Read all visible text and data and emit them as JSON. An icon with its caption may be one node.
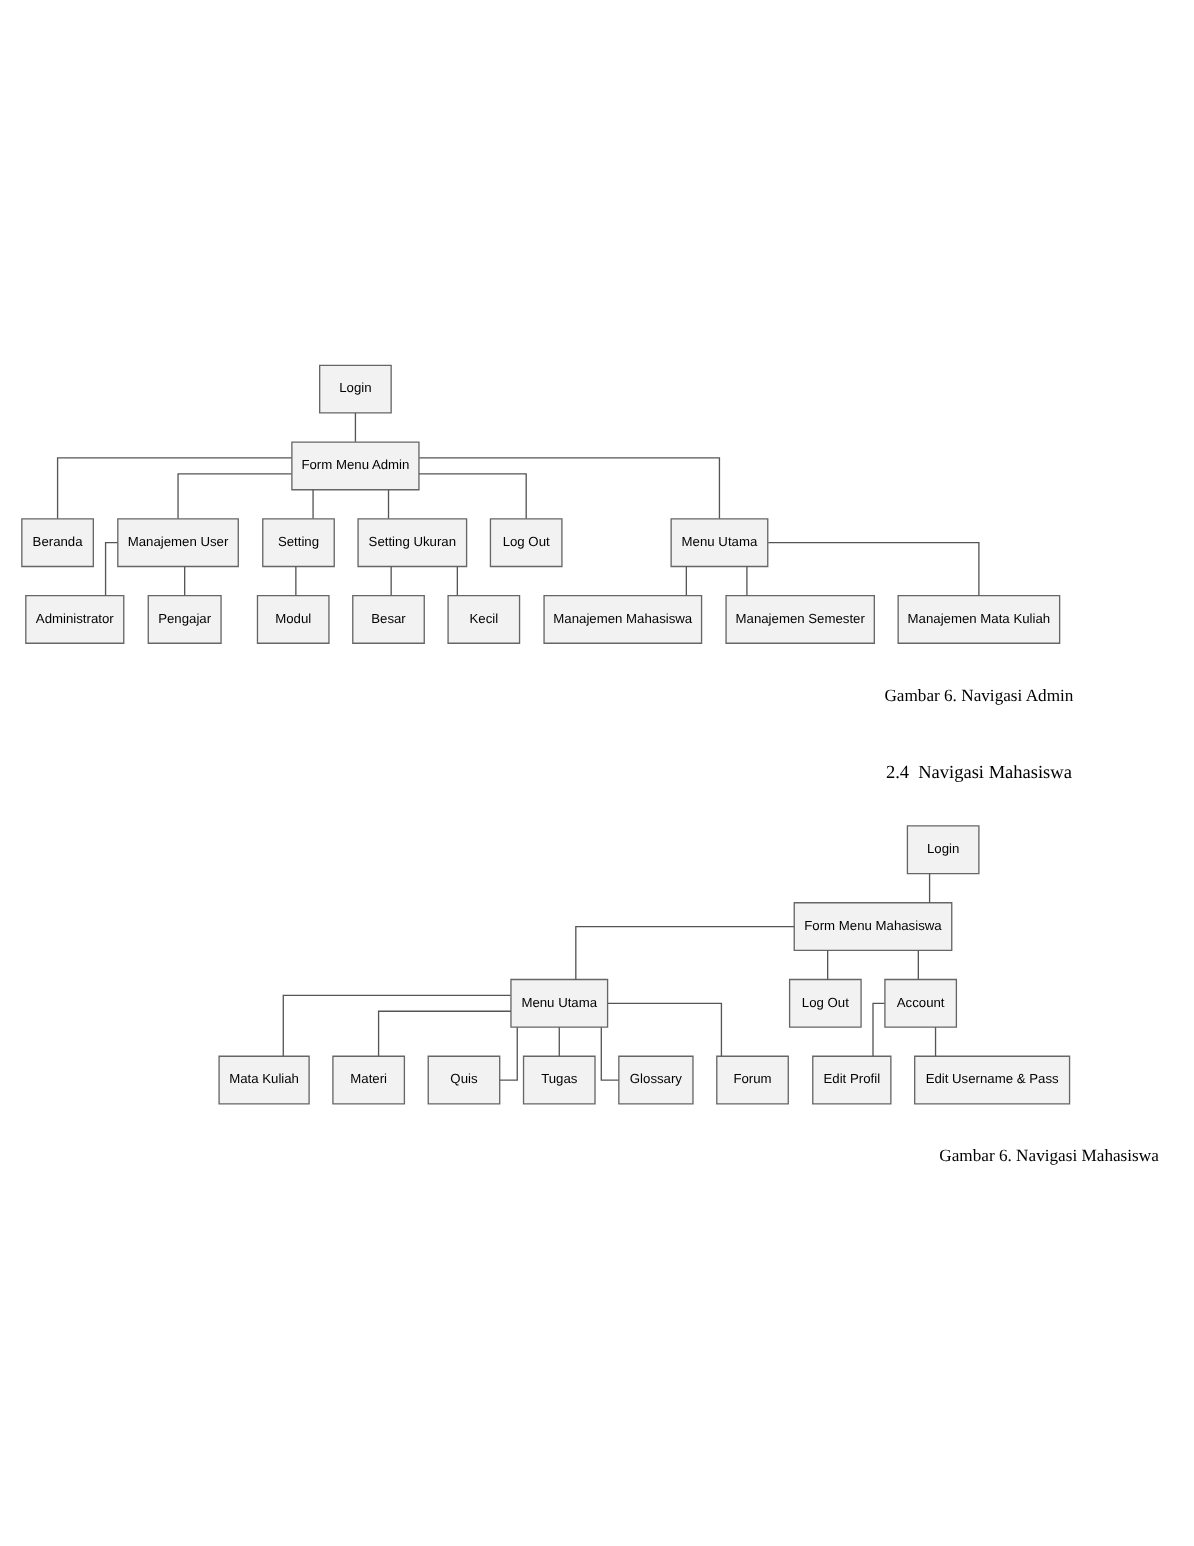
{
  "diagram": {
    "nodes": [
      {
        "text": [
          "Login"
        ]
      },
      {
        "text": [
          "Form Menu Admin"
        ]
      },
      {
        "text": [
          "Beranda"
        ]
      },
      {
        "text": [
          "Manajemen User"
        ]
      },
      {
        "text": [
          "Setting"
        ]
      },
      {
        "text": [
          "Setting Ukuran"
        ]
      },
      {
        "text": [
          "Log Out"
        ]
      },
      {
        "text": [
          "Administrator"
        ]
      },
      {
        "text": [
          "Pengajar"
        ]
      },
      {
        "text": [
          "Modul"
        ]
      },
      {
        "text": [
          "Besar"
        ]
      },
      {
        "text": [
          "Kecil"
        ]
      },
      {
        "text": [
          "Menu Utama"
        ]
      },
      {
        "text": [
          "Manajemen Mahasiswa"
        ]
      },
      {
        "text": [
          "Manajemen Semester"
        ]
      },
      {
        "text": [
          "Manajemen Mata Kuliah"
        ]
      },
      {
        "text": [
          "Login"
        ]
      },
      {
        "text": [
          "Form Menu Mahasiswa"
        ]
      },
      {
        "text": [
          "Menu Utama"
        ]
      },
      {
        "text": [
          "Log Out"
        ]
      },
      {
        "text": [
          "Mata Kuliah"
        ]
      },
      {
        "text": [
          "Materi"
        ]
      },
      {
        "text": [
          "Quis"
        ]
      },
      {
        "text": [
          "Tugas"
        ]
      },
      {
        "text": [
          "Glossary"
        ]
      },
      {
        "text": [
          "Forum"
        ]
      },
      {
        "text": [
          "Account"
        ]
      },
      {
        "text": [
          "Edit Profil"
        ]
      },
      {
        "text": [
          "Edit Username & Pass"
        ]
      }
    ],
    "edges": [
      {
        "from": 0,
        "to": 1,
        "arrow": "none"
      },
      {
        "from": 1,
        "to": 2,
        "arrow": "none"
      },
      {
        "from": 1,
        "to": 3,
        "arrow": "none"
      },
      {
        "from": 1,
        "to": 4,
        "arrow": "none"
      },
      {
        "from": 1,
        "to": 5,
        "arrow": "none"
      },
      {
        "from": 1,
        "to": 6,
        "arrow": "none"
      },
      {
        "from": 1,
        "to": 12,
        "arrow": "none"
      },
      {
        "from": 3,
        "to": 7,
        "arrow": "none"
      },
      {
        "from": 3,
        "to": 8,
        "arrow": "none"
      },
      {
        "from": 4,
        "to": 9,
        "arrow": "none"
      },
      {
        "from": 5,
        "to": 10,
        "arrow": "none"
      },
      {
        "from": 5,
        "to": 11,
        "arrow": "none"
      },
      {
        "from": 12,
        "to": 13,
        "arrow": "none"
      },
      {
        "from": 12,
        "to": 14,
        "arrow": "none"
      },
      {
        "from": 12,
        "to": 15,
        "arrow": "none"
      },
      {
        "from": 16,
        "to": 17,
        "arrow": "none"
      },
      {
        "from": 17,
        "to": 18,
        "arrow": "none"
      },
      {
        "from": 17,
        "to": 19,
        "arrow": "none"
      },
      {
        "from": 17,
        "to": 26,
        "arrow": "none"
      },
      {
        "from": 18,
        "to": 20,
        "arrow": "none"
      },
      {
        "from": 18,
        "to": 21,
        "arrow": "none"
      },
      {
        "from": 18,
        "to": 22,
        "arrow": "none"
      },
      {
        "from": 18,
        "to": 23,
        "arrow": "none"
      },
      {
        "from": 18,
        "to": 24,
        "arrow": "none"
      },
      {
        "from": 18,
        "to": 25,
        "arrow": "none"
      },
      {
        "from": 26,
        "to": 27,
        "arrow": "none"
      },
      {
        "from": 26,
        "to": 28,
        "arrow": "none"
      }
    ],
    "labels": [
      "Gambar 6. Navigasi Admin",
      "2.4  Navigasi Mahasiswa",
      "Gambar 6. Navigasi Mahasiswa"
    ]
  }
}
